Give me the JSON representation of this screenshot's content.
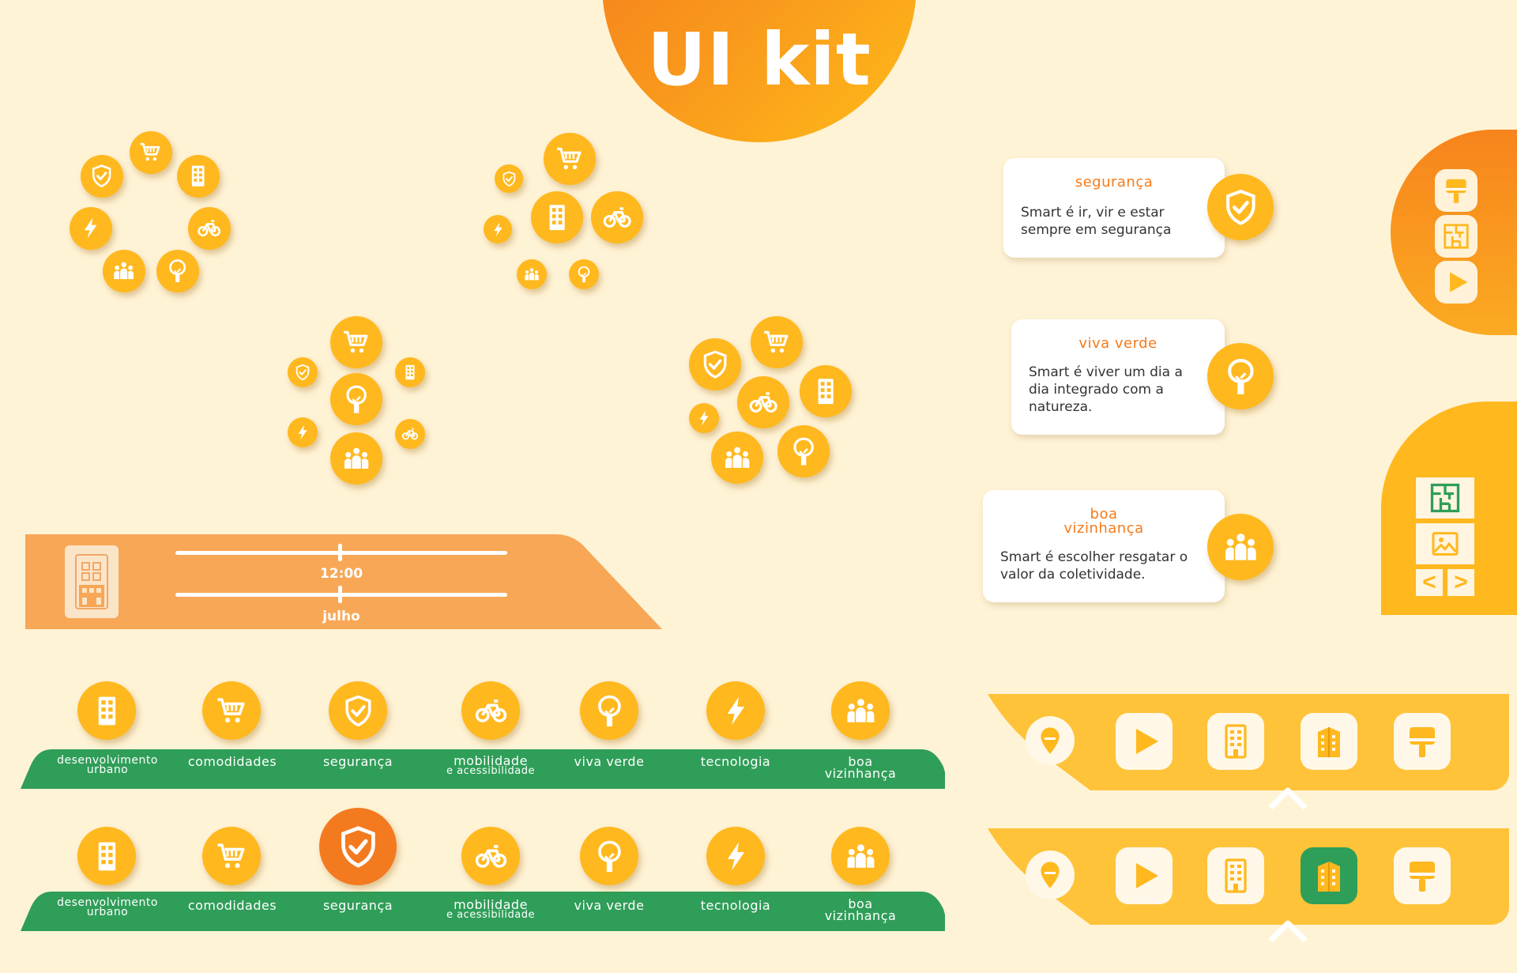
{
  "title": "UI kit",
  "colors": {
    "accent_orange": "#f57a1a",
    "accent_yellow": "#ffb81e",
    "green": "#2f9e58",
    "cream": "#fff3d6"
  },
  "cards": [
    {
      "title": "segurança",
      "text_1": "Smart é ir, vir e estar",
      "text_2": "sempre em segurança",
      "icon": "shield-icon"
    },
    {
      "title": "viva verde",
      "text_1": "Smart é viver um dia a",
      "text_2": "dia integrado com a",
      "text_3": "natureza.",
      "icon": "tree-icon"
    },
    {
      "title_1": "boa",
      "title_2": "vizinhança",
      "text_1": "Smart é escolher resgatar o",
      "text_2": "valor da coletividade.",
      "icon": "people-icon"
    }
  ],
  "panel": {
    "time": "12:00",
    "month": "julho",
    "time_level": 0.5,
    "month_level": 0.5
  },
  "categories": {
    "c1_a": "desenvolvimento",
    "c1_b": "urbano",
    "c2": "comodidades",
    "c3": "segurança",
    "c4_a": "mobilidade",
    "c4_b": "e acessibilidade",
    "c5": "viva verde",
    "c6": "tecnologia",
    "c7_a": "boa",
    "c7_b": "vizinhança"
  },
  "icons": [
    "cart-icon",
    "building-icon",
    "shield-icon",
    "bike-icon",
    "tree-icon",
    "people-icon",
    "bolt-icon",
    "play-icon",
    "brush-icon",
    "map-pin-icon",
    "floorplan-icon",
    "image-icon",
    "chevron-up-icon"
  ]
}
